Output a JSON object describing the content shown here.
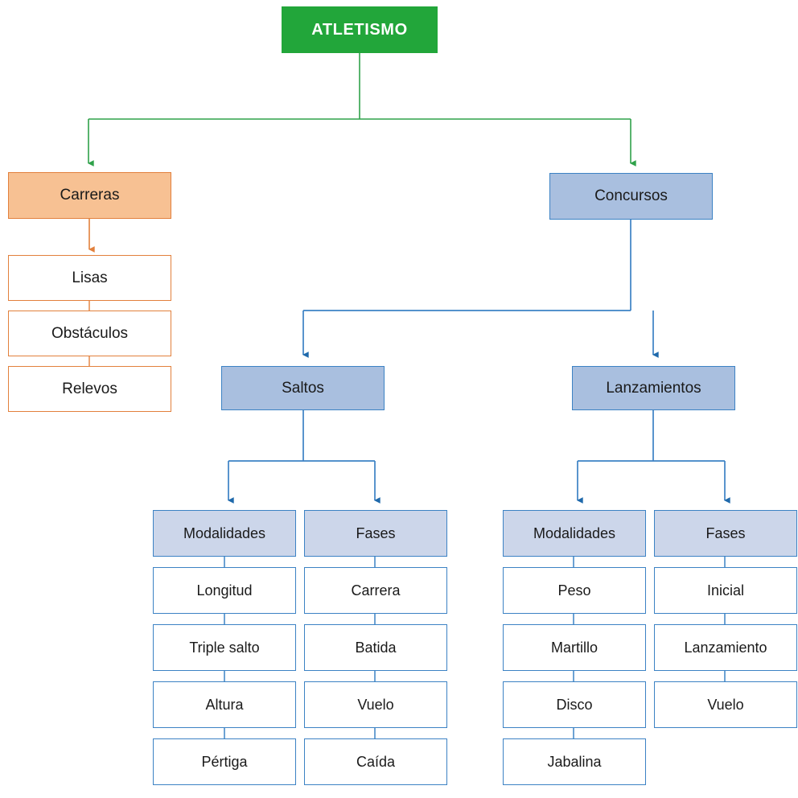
{
  "diagram": {
    "title": "ATLETISMO",
    "colors": {
      "root_fill": "#22a63a",
      "root_text": "#ffffff",
      "orange_fill": "#f7c193",
      "orange_border": "#e2803c",
      "blue_fill": "#a9bfdf",
      "blue_light_fill": "#ccd6ea",
      "blue_border": "#3c82c4",
      "box_fill": "#ffffff",
      "text": "#1a1a1a"
    },
    "root": {
      "label": "ATLETISMO"
    },
    "branches": {
      "carreras": {
        "label": "Carreras",
        "items": [
          {
            "label": "Lisas"
          },
          {
            "label": "Obstáculos"
          },
          {
            "label": "Relevos"
          }
        ]
      },
      "concursos": {
        "label": "Concursos",
        "children": [
          {
            "label": "Saltos",
            "columns": [
              {
                "header": "Modalidades",
                "items": [
                  {
                    "label": "Longitud"
                  },
                  {
                    "label": "Triple salto"
                  },
                  {
                    "label": "Altura"
                  },
                  {
                    "label": "Pértiga"
                  }
                ]
              },
              {
                "header": "Fases",
                "items": [
                  {
                    "label": "Carrera"
                  },
                  {
                    "label": "Batida"
                  },
                  {
                    "label": "Vuelo"
                  },
                  {
                    "label": "Caída"
                  }
                ]
              }
            ]
          },
          {
            "label": "Lanzamientos",
            "columns": [
              {
                "header": "Modalidades",
                "items": [
                  {
                    "label": "Peso"
                  },
                  {
                    "label": "Martillo"
                  },
                  {
                    "label": "Disco"
                  },
                  {
                    "label": "Jabalina"
                  }
                ]
              },
              {
                "header": "Fases",
                "items": [
                  {
                    "label": "Inicial"
                  },
                  {
                    "label": "Lanzamiento"
                  },
                  {
                    "label": "Vuelo"
                  }
                ]
              }
            ]
          }
        ]
      }
    }
  }
}
